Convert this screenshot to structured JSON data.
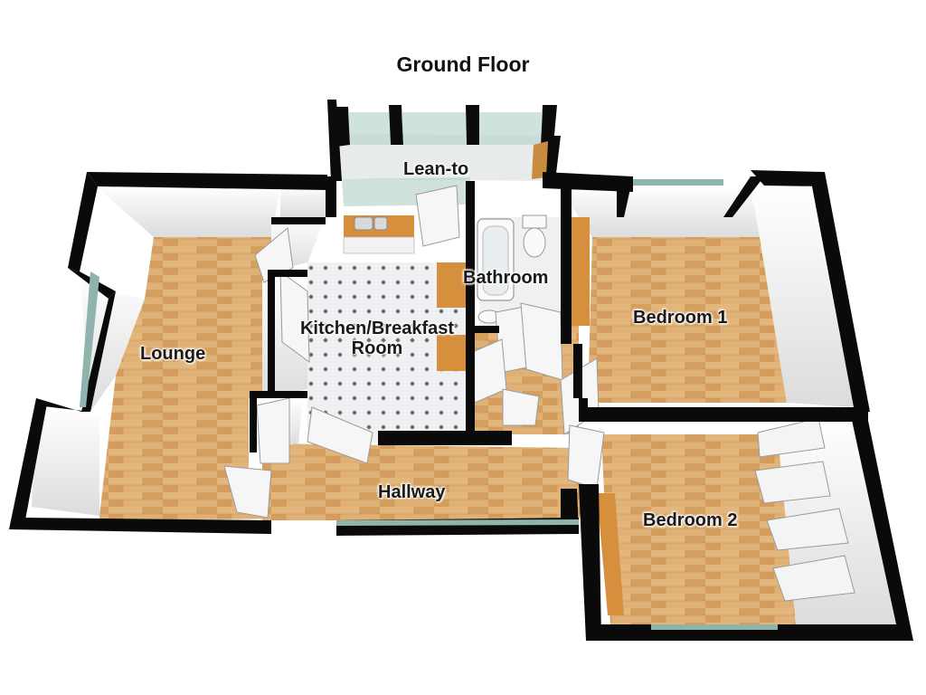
{
  "title": "Ground Floor",
  "rooms": [
    {
      "id": "lean-to",
      "label": "Lean-to"
    },
    {
      "id": "bathroom",
      "label": "Bathroom"
    },
    {
      "id": "kitchen",
      "label_line1": "Kitchen/Breakfast",
      "label_line2": "Room"
    },
    {
      "id": "lounge",
      "label": "Lounge"
    },
    {
      "id": "bedroom-1",
      "label": "Bedroom 1"
    },
    {
      "id": "bedroom-2",
      "label": "Bedroom 2"
    },
    {
      "id": "hallway",
      "label": "Hallway"
    }
  ],
  "colors": {
    "wood_floor": "#d9a668",
    "wood_floor_light": "#e6bd86",
    "tile_floor": "#e9ecef",
    "wall_top": "#0a0a0a",
    "wall_inner": "#f2f2f2",
    "glass": "#8fb3ad",
    "worktop": "#d6903d"
  }
}
